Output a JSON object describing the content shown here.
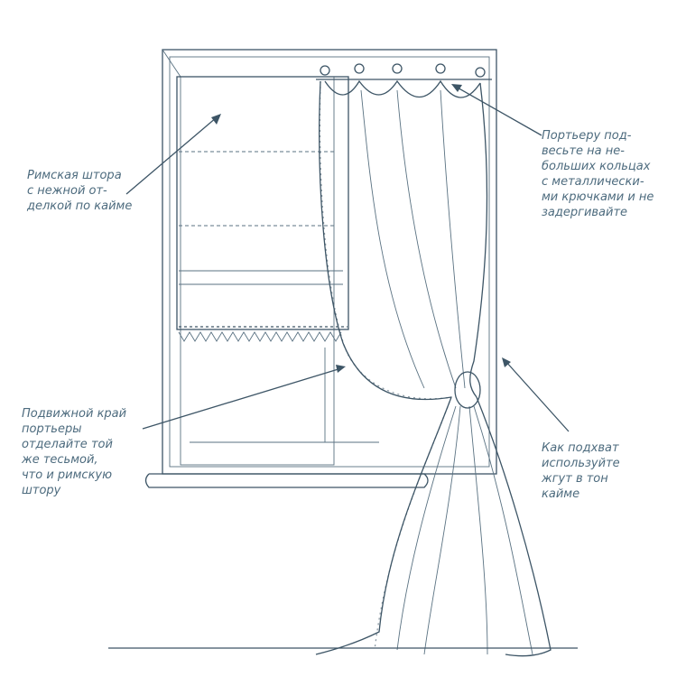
{
  "colors": {
    "line": "#3d5566",
    "text": "#4d6b7e"
  },
  "labels": {
    "roman_blind": [
      "Римская штора",
      "с нежной от-",
      "делкой по кайме"
    ],
    "rings": [
      "Портьеру под-",
      "весьте на не-",
      "больших кольцах",
      "с металлически-",
      "ми крючками и не",
      "задергивайте"
    ],
    "edge": [
      "Подвижной край",
      "портьеры",
      "отделайте той",
      "же тесьмой,",
      "что и римскую",
      "штору"
    ],
    "tieback": [
      "Как подхват",
      "используйте",
      "жгут в тон",
      "кайме"
    ]
  }
}
